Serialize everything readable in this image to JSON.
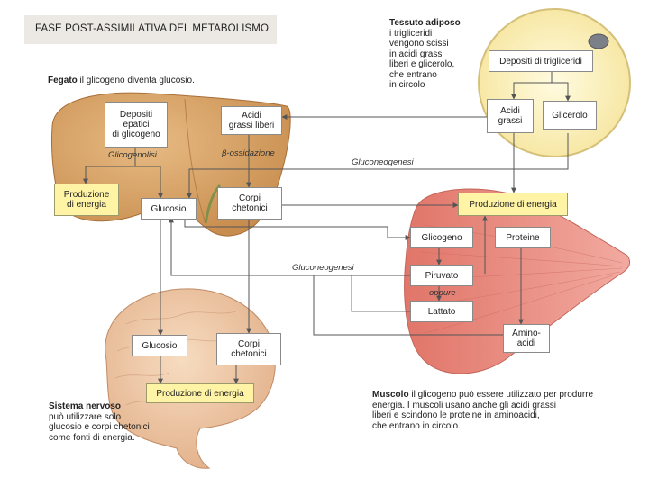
{
  "title": "FASE POST-ASSIMILATIVA DEL METABOLISMO",
  "fegato": {
    "heading": "Fegato",
    "heading_rest": " il glicogeno diventa glucosio."
  },
  "tessuto": {
    "heading": "Tessuto adiposo",
    "lines": [
      "i trigliceridi",
      "vengono scissi",
      "in acidi grassi",
      "liberi e glicerolo,",
      "che entrano",
      "in circolo"
    ]
  },
  "sistema": {
    "heading": "Sistema nervoso",
    "lines": [
      "può utilizzare solo",
      "glucosio e corpi chetonici",
      "come fonti di energia."
    ]
  },
  "muscolo": {
    "heading": "Muscolo",
    "heading_rest": " il glicogeno può essere utilizzato per produrre",
    "lines": [
      "energia. I muscoli usano anche gli acidi grassi",
      "liberi e scindono le proteine in aminoacidi,",
      "che entrano in circolo."
    ]
  },
  "boxes": {
    "depositi_epatici": [
      "Depositi",
      "epatici",
      "di glicogeno"
    ],
    "acidi_grassi_liberi": [
      "Acidi",
      "grassi liberi"
    ],
    "produzione_fegato": [
      "Produzione",
      "di energia"
    ],
    "glucosio_fegato": "Glucosio",
    "corpi_chetonici_fegato": [
      "Corpi",
      "chetonici"
    ],
    "depositi_trigliceridi": "Depositi di trigliceridi",
    "acidi_grassi_adiposo": [
      "Acidi",
      "grassi"
    ],
    "glicerolo": "Glicerolo",
    "produzione_muscolo": "Produzione di energia",
    "glicogeno_muscolo": "Glicogeno",
    "proteine": "Proteine",
    "piruvato": "Piruvato",
    "lattato": "Lattato",
    "aminoacidi": [
      "Amino-",
      "acidi"
    ],
    "glucosio_cervello": "Glucosio",
    "corpi_chetonici_cervello": [
      "Corpi",
      "chetonici"
    ],
    "produzione_cervello": "Produzione di energia"
  },
  "process_labels": {
    "glicogenolisi": "Glicogenolisi",
    "beta_ossidazione": "β-ossidazione",
    "gluconeogenesi_top": "Gluconeogenesi",
    "gluconeogenesi_mid": "Gluconeogenesi",
    "oppure": "oppure"
  },
  "colors": {
    "liver": "#d9a56a",
    "liver_dark": "#b5793f",
    "adipose": "#fdf3b4",
    "muscle": "#e9857a",
    "brain": "#f1c9a3",
    "yellow_box": "#fff3a6",
    "arrow": "#555555"
  }
}
